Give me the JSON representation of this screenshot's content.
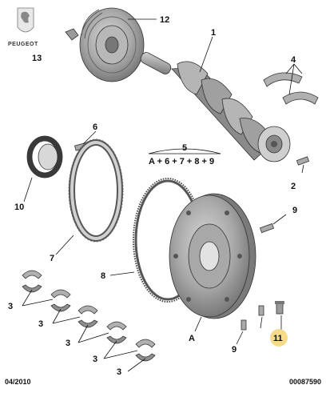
{
  "brand": {
    "name": "PEUGEOT"
  },
  "footer": {
    "date": "04/2010",
    "ref": "00087590"
  },
  "group": {
    "number": "5",
    "members": "A + 6 + 7 + 8 + 9"
  },
  "callouts": {
    "c1": "1",
    "c2": "2",
    "c3a": "3",
    "c3b": "3",
    "c3c": "3",
    "c3d": "3",
    "c3e": "3",
    "c4": "4",
    "c6": "6",
    "c7": "7",
    "c8": "8",
    "c9a": "9",
    "c9b": "9",
    "c10": "10",
    "c11": "11",
    "c12": "12",
    "c13": "13",
    "cA": "A"
  },
  "colors": {
    "highlight": "#f6dc8a",
    "part_dark": "#6e6e6e",
    "part_mid": "#9a9a9a",
    "part_light": "#c8c8c8"
  }
}
